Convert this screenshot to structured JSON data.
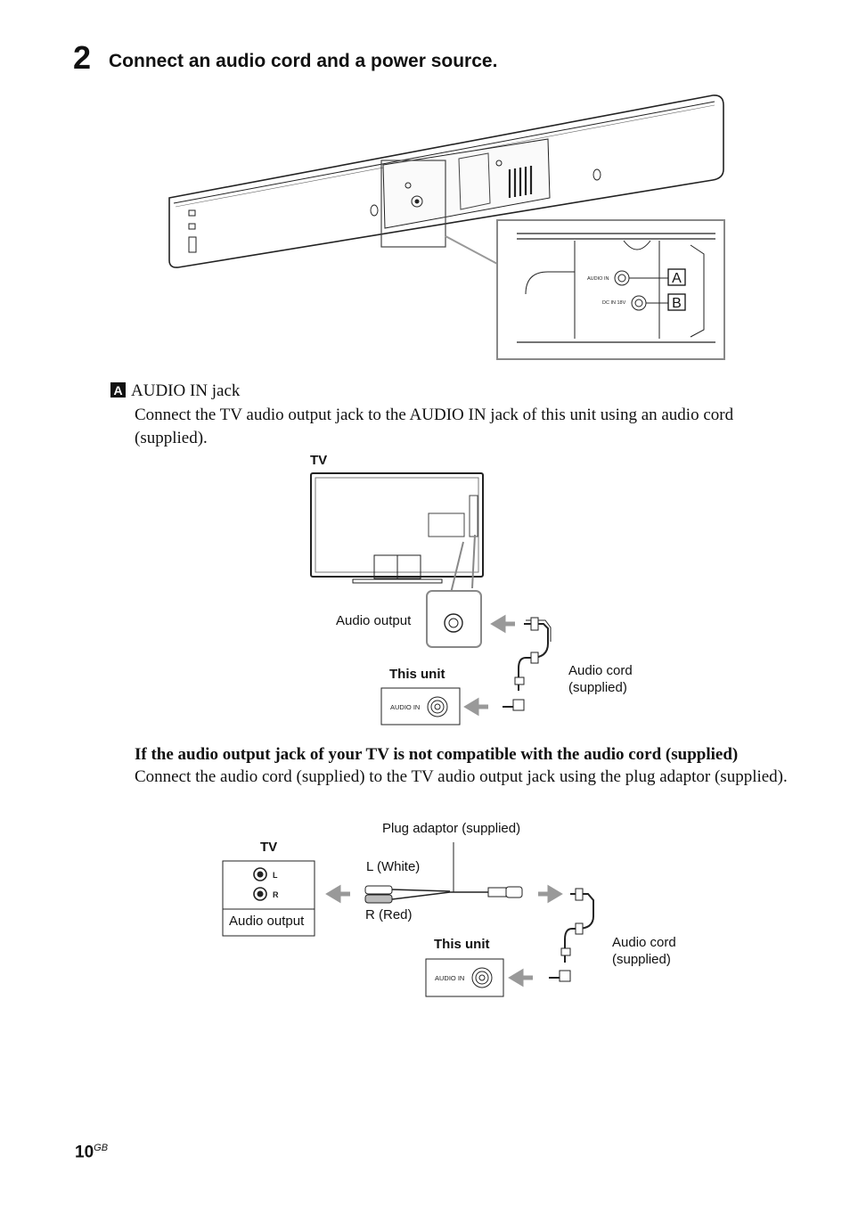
{
  "step": {
    "number": "2",
    "title": "Connect an audio cord and a power source."
  },
  "fig1": {
    "jack_audio_in": "AUDIO IN",
    "jack_dc_in": "DC IN 18V",
    "marker_a": "A",
    "marker_b": "B"
  },
  "section_a": {
    "marker": "A",
    "heading": "AUDIO IN jack",
    "body": "Connect the TV audio output jack to the AUDIO IN jack of this unit using an audio cord (supplied)."
  },
  "fig2": {
    "tv_label": "TV",
    "audio_output": "Audio output",
    "this_unit": "This unit",
    "unit_jack": "AUDIO IN",
    "audio_cord_line1": "Audio cord",
    "audio_cord_line2": "(supplied)"
  },
  "section_compat": {
    "heading": "If the audio output jack of your TV is not compatible with the audio cord (supplied)",
    "body": "Connect the audio cord (supplied) to the TV audio output jack using the plug adaptor (supplied)."
  },
  "fig3": {
    "tv_label": "TV",
    "jack_l": "L",
    "jack_r": "R",
    "audio_output": "Audio output",
    "plug_adaptor": "Plug adaptor (supplied)",
    "l_white": "L (White)",
    "r_red": "R (Red)",
    "this_unit": "This unit",
    "unit_jack": "AUDIO IN",
    "audio_cord_line1": "Audio cord",
    "audio_cord_line2": "(supplied)"
  },
  "footer": {
    "page_number": "10",
    "suffix": "GB"
  }
}
